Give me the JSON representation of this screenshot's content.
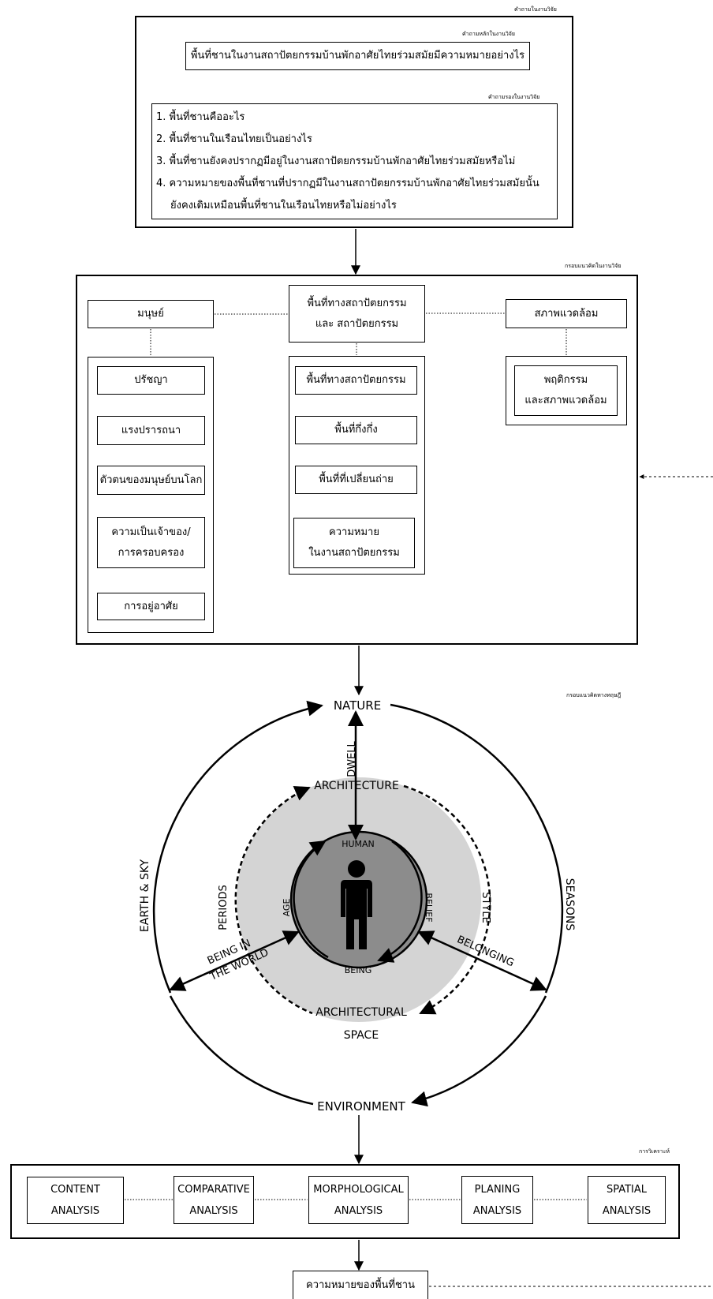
{
  "questions": {
    "section_label": "คำถามในงานวิจัย",
    "main_label": "คำถามหลักในงานวิจัย",
    "main_question": "พื้นที่ชานในงานสถาปัตยกรรมบ้านพักอาศัยไทยร่วมสมัยมีความหมายอย่างไร",
    "sub_label": "คำถามรองในงานวิจัย",
    "sub_questions": [
      "1. พื้นที่ชานคืออะไร",
      "2. พื้นที่ชานในเรือนไทยเป็นอย่างไร",
      "3. พื้นที่ชานยังคงปรากฏมีอยู่ในงานสถาปัตยกรรมบ้านพักอาศัยไทยร่วมสมัยหรือไม่",
      "4. ความหมายของพื้นที่ชานที่ปรากฏมีในงานสถาปัตยกรรมบ้านพักอาศัยไทยร่วมสมัยนั้น",
      "ยังคงเดิมเหมือนพื้นที่ชานในเรือนไทยหรือไม่อย่างไร"
    ]
  },
  "framework": {
    "label": "กรอบแนวคิดในงานวิจัย",
    "human": {
      "title": "มนุษย์",
      "items": [
        "ปรัชญา",
        "แรงปรารถนา",
        "ตัวตนของมนุษย์บนโลก",
        "ความเป็นเจ้าของ/",
        "การครอบครอง",
        "การอยู่อาศัย"
      ]
    },
    "center": {
      "title_line1": "พื้นที่ทางสถาปัตยกรรม",
      "title_line2": "และ สถาปัตยกรรม",
      "items": [
        "พื้นที่ทางสถาปัตยกรรม",
        "พื้นที่กึ่งกึ่ง",
        "พื้นที่ที่เปลี่ยนถ่าย",
        "ความหมาย",
        "ในงานสถาปัตยกรรม"
      ]
    },
    "environment": {
      "title": "สภาพแวดล้อม",
      "item_line1": "พฤติกรรม",
      "item_line2": "และสภาพแวดล้อม"
    }
  },
  "theory": {
    "label": "กรอบแนวคิดทางทฤษฎี",
    "nature": "NATURE",
    "environment": "ENVIRONMENT",
    "earth_sky": "EARTH & SKY",
    "seasons": "SEASONS",
    "dwell": "DWELL",
    "architecture": "ARCHITECTURE",
    "architectural": "ARCHITECTURAL",
    "space": "SPACE",
    "periods": "PERIODS",
    "style": "STYLE",
    "human": "HUMAN",
    "being": "BEING",
    "age": "AGE",
    "belief": "BELIEF",
    "being_in": "BEING IN",
    "the_world": "THE WORLD",
    "belonging": "BELONGING"
  },
  "analysis": {
    "label": "การวิเคราะห์",
    "items": [
      {
        "line1": "CONTENT",
        "line2": "ANALYSIS"
      },
      {
        "line1": "COMPARATIVE",
        "line2": "ANALYSIS"
      },
      {
        "line1": "MORPHOLOGICAL",
        "line2": "ANALYSIS"
      },
      {
        "line1": "PLANING",
        "line2": "ANALYSIS"
      },
      {
        "line1": "SPATIAL",
        "line2": "ANALYSIS"
      }
    ]
  },
  "result": {
    "label": "ความหมายของพื้นที่ชาน"
  },
  "colors": {
    "outer_ring_fill": "#d4d4d4",
    "inner_circle_fill": "#8c8c8c",
    "stroke": "#000000"
  }
}
